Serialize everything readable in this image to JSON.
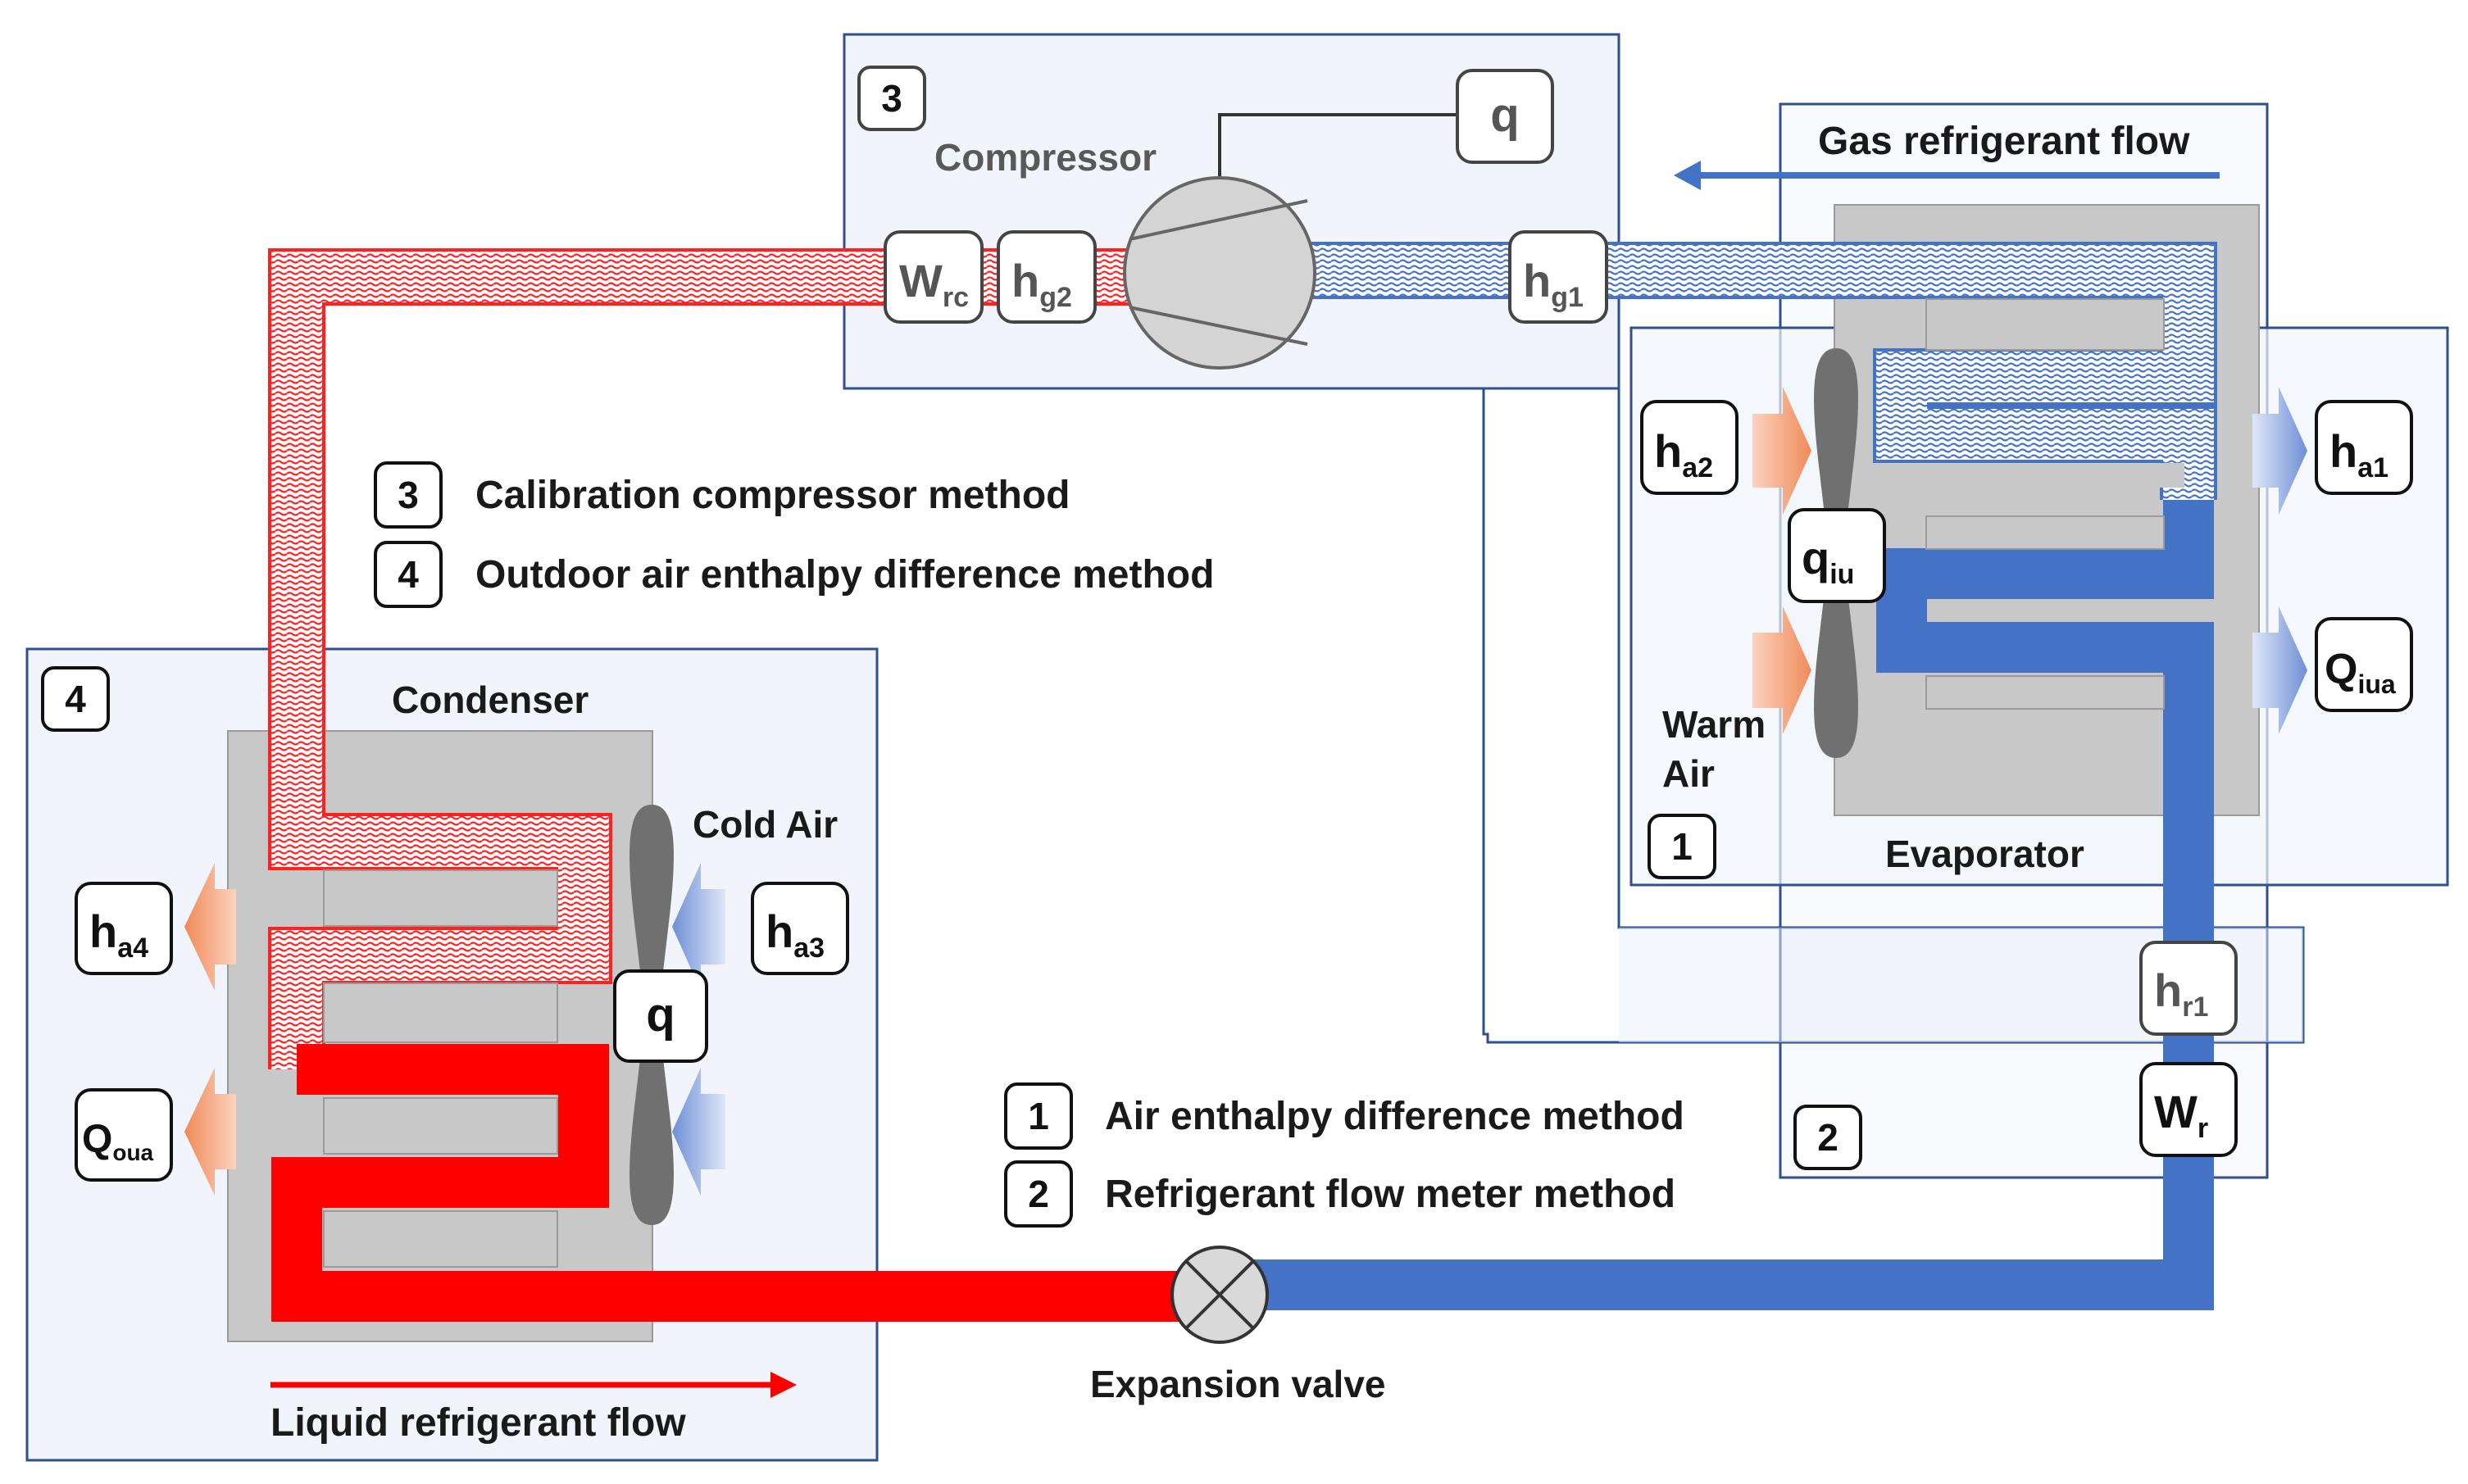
{
  "colors": {
    "liquid": "#ff0000",
    "gas_liquid": "#4472c4",
    "panel_fill": "#f1f5fb",
    "panel_stroke": "#2f4f8f",
    "coil_fill": "#c8c8c8",
    "warm_air_arrow": "#f4a582",
    "cold_air_arrow": "#8fa8dc"
  },
  "components": {
    "compressor": "Compressor",
    "condenser": "Condenser",
    "evaporator": "Evaporator",
    "expansion_valve": "Expansion valve"
  },
  "flows": {
    "gas": "Gas refrigerant flow",
    "liquid": "Liquid refrigerant flow"
  },
  "air": {
    "cold": "Cold Air",
    "warm_line1": "Warm",
    "warm_line2": "Air"
  },
  "methods": [
    {
      "num": "3",
      "label": "Calibration compressor method"
    },
    {
      "num": "4",
      "label": "Outdoor air enthalpy difference method"
    },
    {
      "num": "1",
      "label": "Air enthalpy difference method"
    },
    {
      "num": "2",
      "label": "Refrigerant flow meter method"
    }
  ],
  "panel_numbers": {
    "compressor_panel": "3",
    "condenser_panel": "4",
    "evaporator_panel": "1",
    "flowmeter_panel": "2"
  },
  "variables": {
    "wrc": {
      "main": "W",
      "sub": "rc"
    },
    "hg2": {
      "main": "h",
      "sub": "g2"
    },
    "hg1": {
      "main": "h",
      "sub": "g1"
    },
    "q_comp": {
      "main": "q",
      "sub": ""
    },
    "ha2": {
      "main": "h",
      "sub": "a2"
    },
    "ha1": {
      "main": "h",
      "sub": "a1"
    },
    "qiu": {
      "main": "q",
      "sub": "iu"
    },
    "qiua": {
      "main": "Q",
      "sub": "iua"
    },
    "hr1": {
      "main": "h",
      "sub": "r1"
    },
    "wr": {
      "main": "W",
      "sub": "r"
    },
    "ha4": {
      "main": "h",
      "sub": "a4"
    },
    "ha3": {
      "main": "h",
      "sub": "a3"
    },
    "q_cond": {
      "main": "q",
      "sub": ""
    },
    "qoua": {
      "main": "Q",
      "sub": "oua"
    }
  }
}
